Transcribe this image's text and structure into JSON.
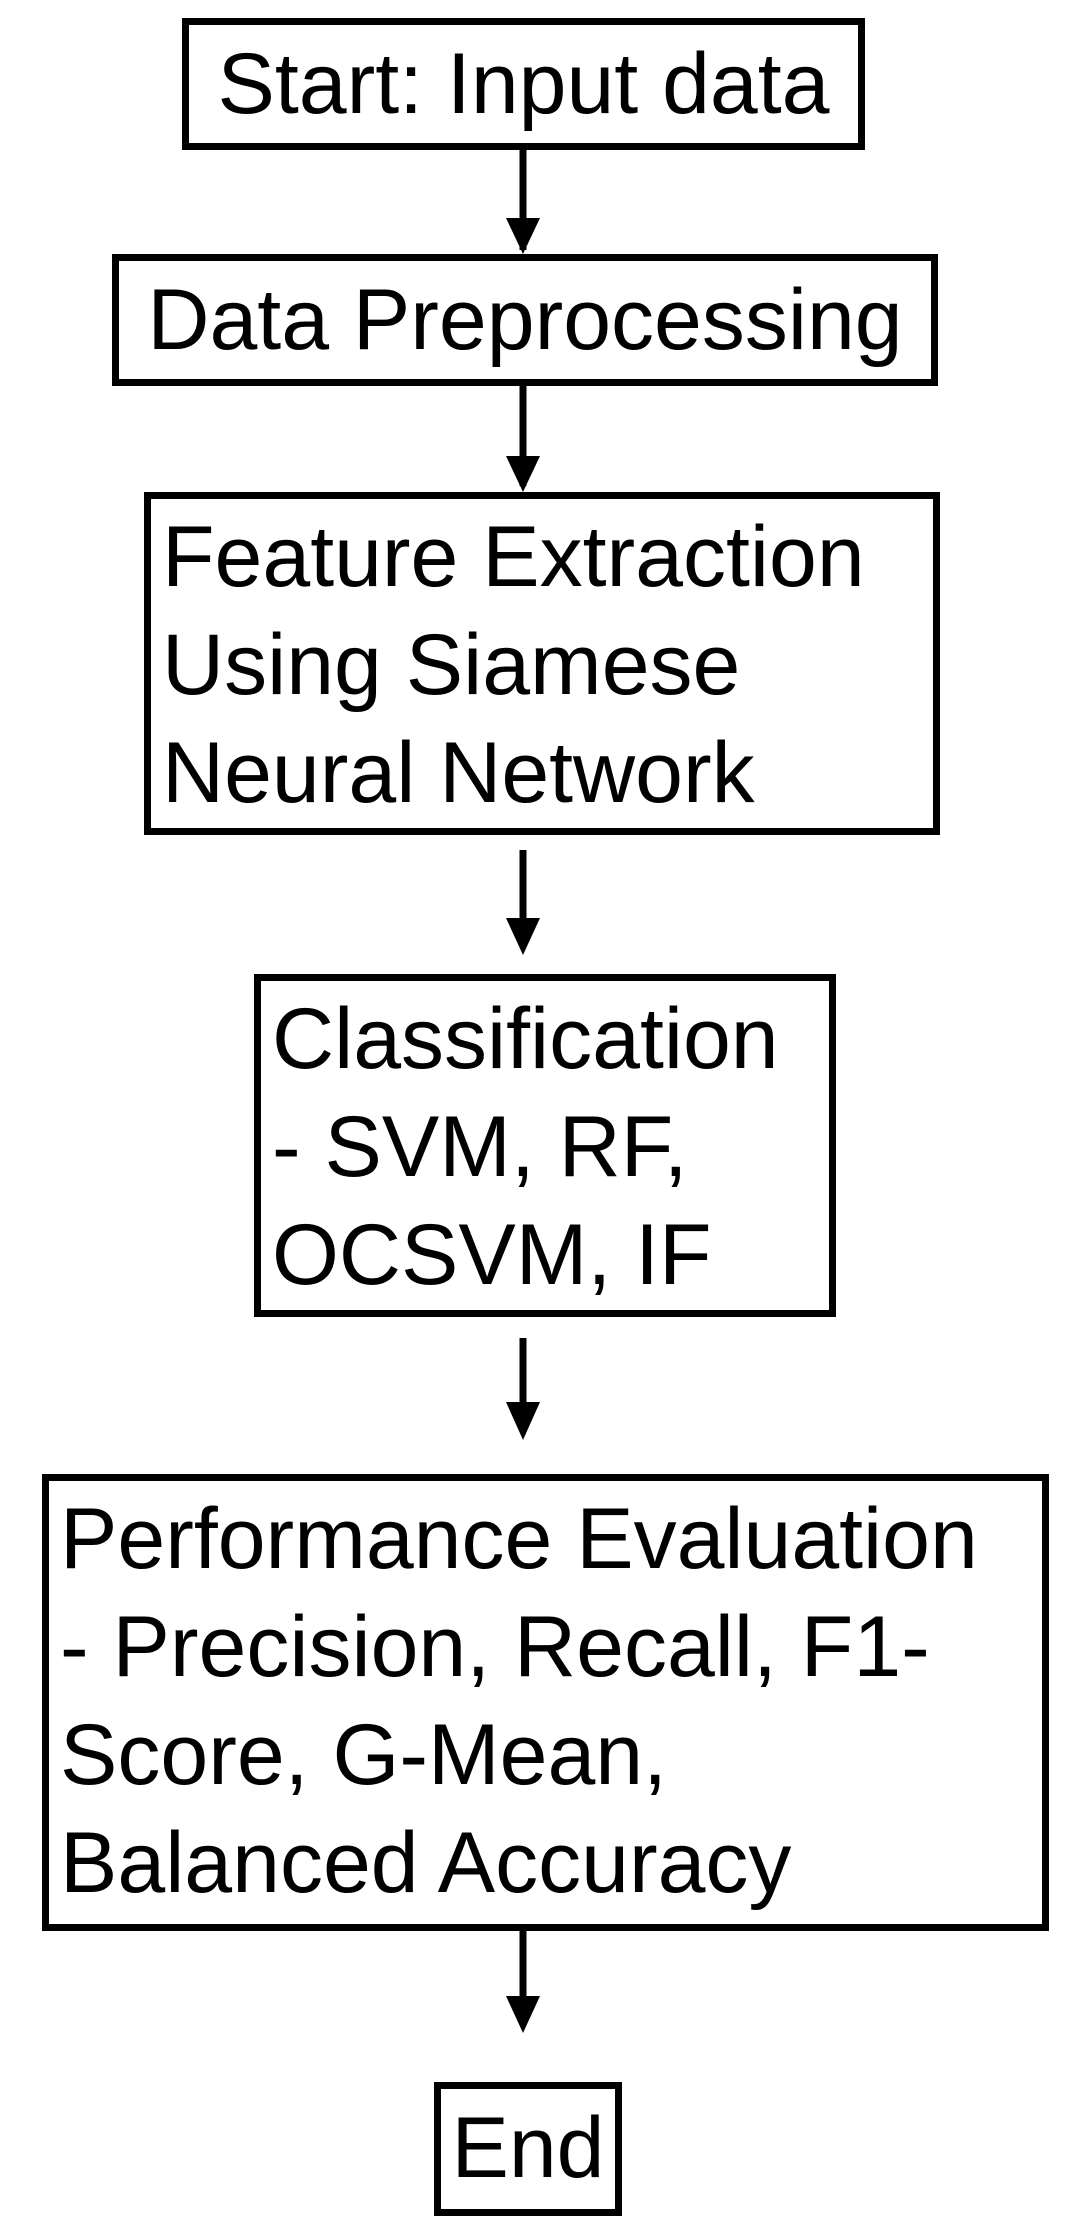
{
  "diagram": {
    "nodes": [
      {
        "id": "start",
        "lines": [
          "Start: Input data"
        ]
      },
      {
        "id": "preprocessing",
        "lines": [
          "Data Preprocessing"
        ]
      },
      {
        "id": "feature-extraction",
        "lines": [
          "Feature Extraction",
          "Using Siamese",
          "Neural Network"
        ]
      },
      {
        "id": "classification",
        "lines": [
          "Classification",
          "- SVM, RF,",
          "OCSVM, IF"
        ]
      },
      {
        "id": "performance-evaluation",
        "lines": [
          "Performance Evaluation",
          "- Precision, Recall, F1-",
          "Score, G-Mean,",
          "Balanced Accuracy"
        ]
      },
      {
        "id": "end",
        "lines": [
          "End"
        ]
      }
    ],
    "edges": [
      {
        "from": "start",
        "to": "preprocessing"
      },
      {
        "from": "preprocessing",
        "to": "feature-extraction"
      },
      {
        "from": "feature-extraction",
        "to": "classification"
      },
      {
        "from": "classification",
        "to": "performance-evaluation"
      },
      {
        "from": "performance-evaluation",
        "to": "end"
      }
    ],
    "colors": {
      "stroke": "#000000",
      "fill": "#ffffff",
      "text": "#000000"
    }
  }
}
